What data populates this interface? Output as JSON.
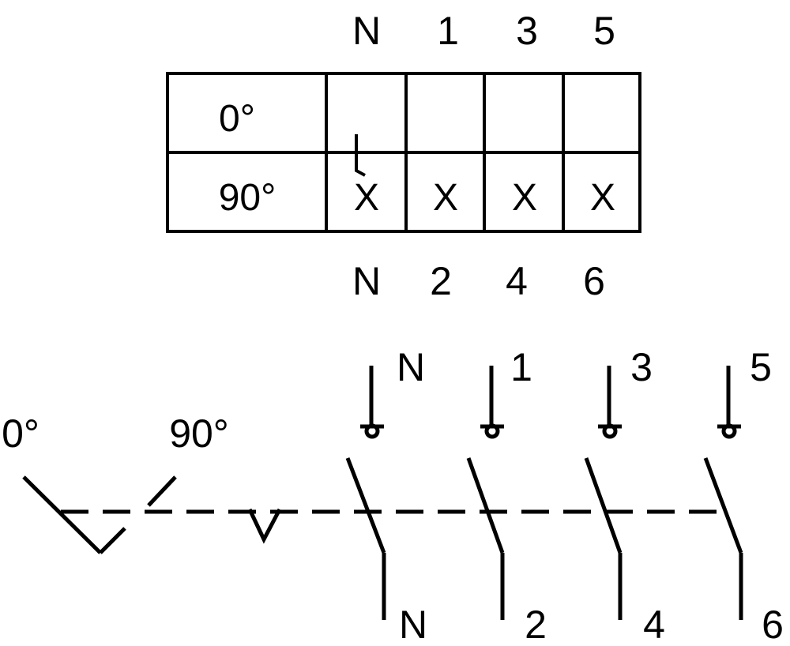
{
  "table": {
    "top_labels": [
      "N",
      "1",
      "3",
      "5"
    ],
    "bottom_labels": [
      "N",
      "2",
      "4",
      "6"
    ],
    "rows": [
      {
        "position": "0°",
        "marks": [
          "",
          "",
          "",
          ""
        ]
      },
      {
        "position": "90°",
        "marks": [
          "X",
          "X",
          "X",
          "X"
        ]
      }
    ]
  },
  "schematic": {
    "positions": [
      "0°",
      "90°"
    ],
    "poles": [
      {
        "top": "N",
        "bottom": "N"
      },
      {
        "top": "1",
        "bottom": "2"
      },
      {
        "top": "3",
        "bottom": "4"
      },
      {
        "top": "5",
        "bottom": "6"
      }
    ]
  }
}
